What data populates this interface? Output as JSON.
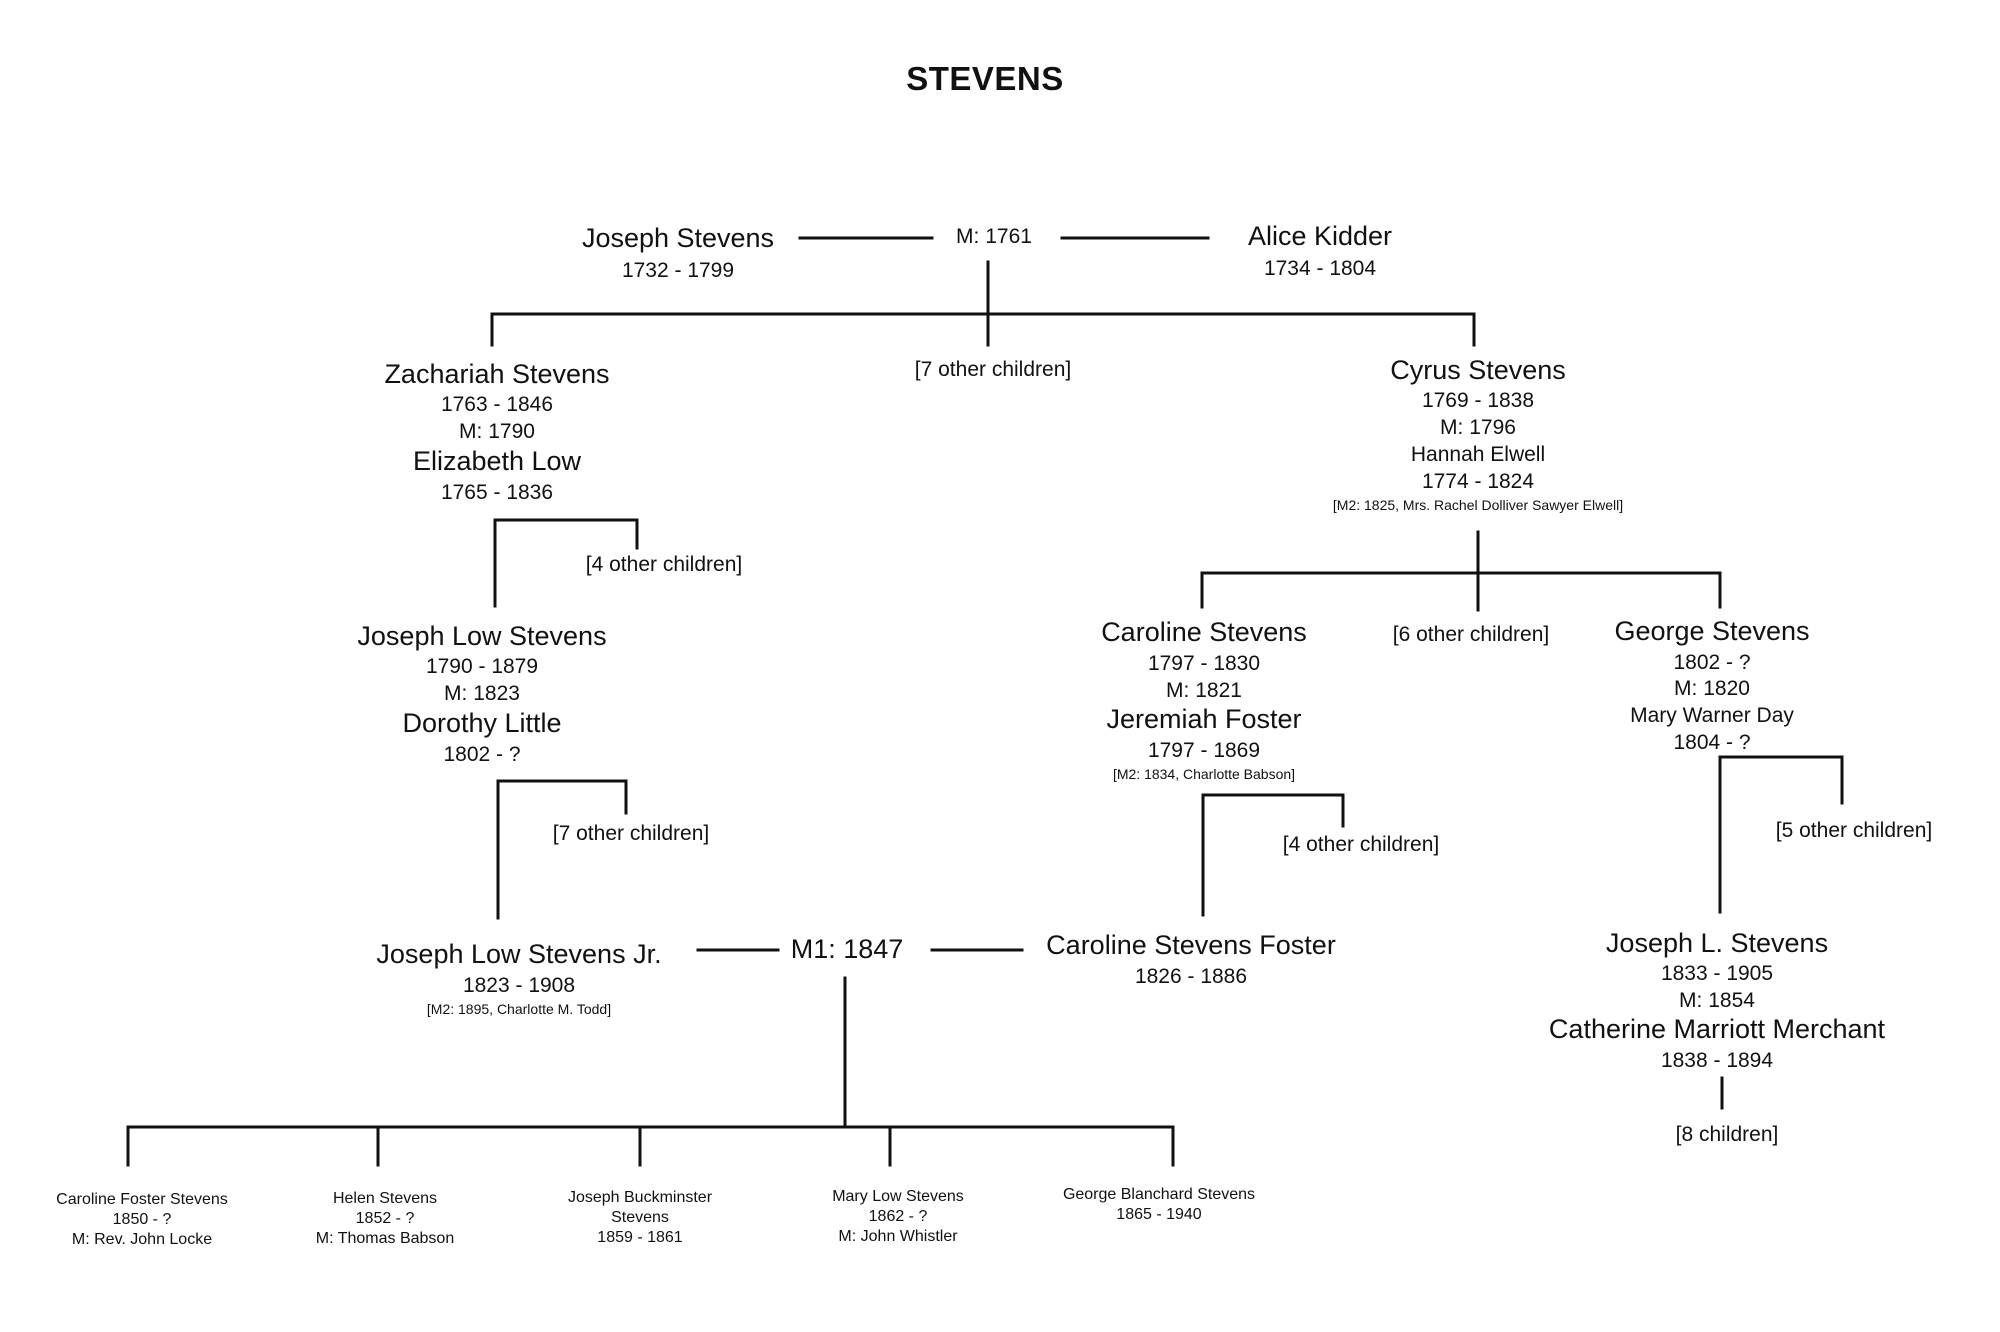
{
  "title": "STEVENS",
  "root": {
    "husband": {
      "name": "Joseph Stevens",
      "dates": "1732 - 1799"
    },
    "marriage": "M: 1761",
    "wife": {
      "name": "Alice Kidder",
      "dates": "1734 - 1804"
    }
  },
  "gen2": {
    "zachariah": {
      "name": "Zachariah Stevens",
      "dates": "1763 - 1846",
      "marriage": "M: 1790",
      "spouse": "Elizabeth Low",
      "spouse_dates": "1765 - 1836"
    },
    "other_children": "[7 other children]",
    "cyrus": {
      "name": "Cyrus Stevens",
      "dates": "1769 - 1838",
      "marriage": "M: 1796",
      "spouse": "Hannah Elwell",
      "spouse_dates": "1774 - 1824",
      "note": "[M2: 1825, Mrs. Rachel Dolliver Sawyer Elwell]"
    }
  },
  "gen3": {
    "zachariah_others": "[4 other children]",
    "joseph_low": {
      "name": "Joseph Low Stevens",
      "dates": "1790 - 1879",
      "marriage": "M: 1823",
      "spouse": "Dorothy Little",
      "spouse_dates": "1802 - ?"
    },
    "caroline": {
      "name": "Caroline Stevens",
      "dates": "1797 - 1830",
      "marriage": "M: 1821",
      "spouse": "Jeremiah Foster",
      "spouse_dates": "1797 - 1869",
      "note": "[M2: 1834, Charlotte Babson]"
    },
    "cyrus_others": "[6 other children]",
    "george": {
      "name": "George Stevens",
      "dates": "1802 - ?",
      "marriage": "M: 1820",
      "spouse": "Mary Warner Day",
      "spouse_dates": "1804 - ?"
    }
  },
  "gen4": {
    "joseph_low_others": "[7 other children]",
    "caroline_others": "[4 other children]",
    "george_others": "[5 other children]",
    "jls_jr": {
      "name": "Joseph Low Stevens Jr.",
      "dates": "1823 - 1908",
      "note": "[M2: 1895, Charlotte M. Todd]"
    },
    "marriage": "M1: 1847",
    "csf": {
      "name": "Caroline Stevens Foster",
      "dates": "1826 - 1886"
    },
    "joseph_l": {
      "name": "Joseph L. Stevens",
      "dates": "1833 - 1905",
      "marriage": "M: 1854",
      "spouse": "Catherine Marriott Merchant",
      "spouse_dates": "1838 - 1894",
      "children": "[8 children]"
    }
  },
  "gen5": [
    {
      "line1": "Caroline Foster Stevens",
      "line2": "1850 - ?",
      "line3": "M: Rev. John Locke"
    },
    {
      "line1": "Helen Stevens",
      "line2": "1852 - ?",
      "line3": "M: Thomas Babson"
    },
    {
      "line1": "Joseph Buckminster",
      "line2": "Stevens",
      "line3": "1859 - 1861"
    },
    {
      "line1": "Mary Low Stevens",
      "line2": "1862 - ?",
      "line3": "M: John Whistler"
    },
    {
      "line1": "George Blanchard Stevens",
      "line2": "1865 - 1940",
      "line3": ""
    }
  ]
}
